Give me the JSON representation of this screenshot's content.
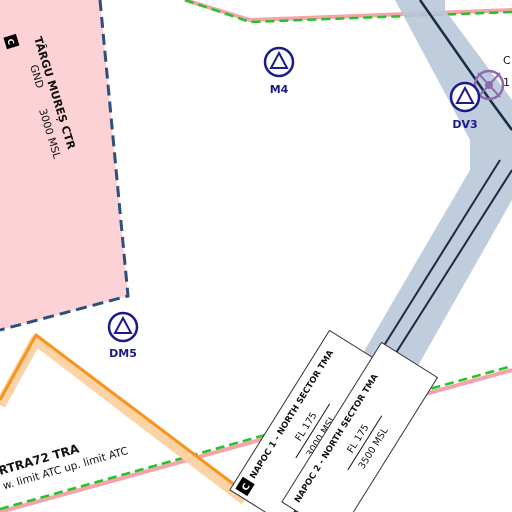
{
  "colors": {
    "ctr_fill": "#fdd2d6",
    "ctr_border": "#2c4f7c",
    "route_band": "#b9c8d9",
    "route_line": "#1a2b47",
    "tra_orange": "#f7941d",
    "tra_band": "#fbd3a6",
    "green_dash": "#22c322",
    "pink_border": "#f4a3aa",
    "nav_blue": "#1a1a8c",
    "vor_purple": "#8a6bb0"
  },
  "class_badge": "C",
  "ctr": {
    "name": "TÂRGU MUREȘ CTR",
    "lower": "GND",
    "upper": "3000 MSL"
  },
  "waypoints": [
    {
      "name": "M4",
      "icon": "reporting-point-triangle-icon"
    },
    {
      "name": "DV3",
      "icon": "reporting-point-triangle-icon"
    },
    {
      "name": "DM5",
      "icon": "reporting-point-triangle-icon"
    }
  ],
  "vor_icon": "vor-navaid-icon",
  "edge_text": {
    "line1": "C",
    "line2": "1"
  },
  "tra": {
    "name": "RTRA72 TRA",
    "limits": "w. limit ATC up. limit ATC"
  },
  "tma_boxes": [
    {
      "title": "NAPOC 1 - NORTH SECTOR TMA",
      "upper": "FL 175",
      "lower": "3000 MSL"
    },
    {
      "title": "NAPOC 2 - NORTH SECTOR TMA",
      "upper": "FL 175",
      "lower": "3500 MSL"
    }
  ]
}
